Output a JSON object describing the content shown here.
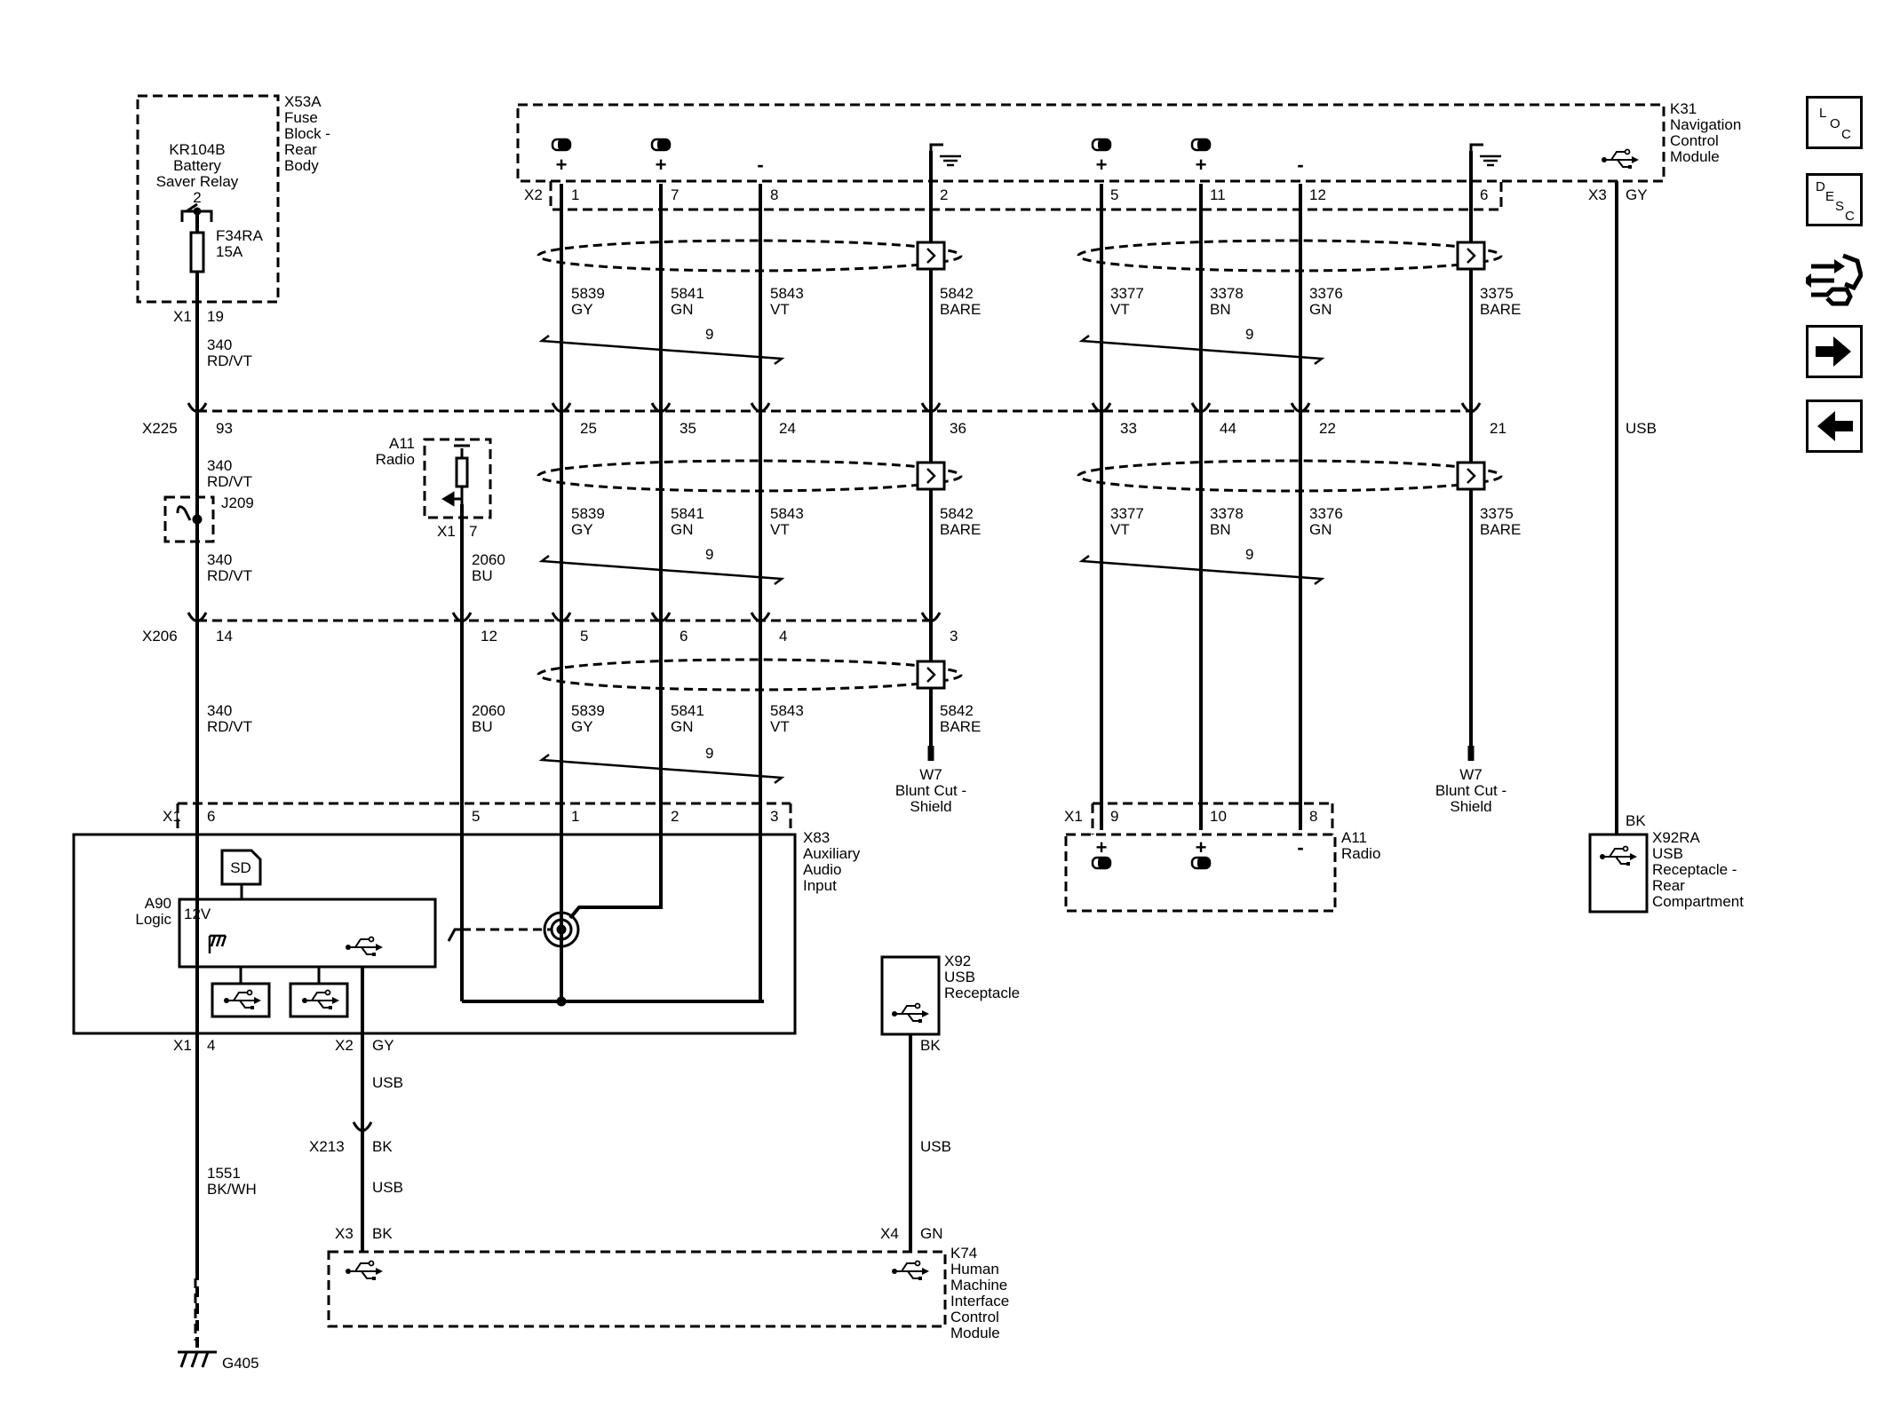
{
  "modules": {
    "x53a": "X53A",
    "x53a_l2": "Fuse",
    "x53a_l3": "Block -",
    "x53a_l4": "Rear",
    "x53a_l5": "Body",
    "kr104b": "KR104B",
    "kr104b_l2": "Battery",
    "kr104b_l3": "Saver Relay",
    "f34ra": "F34RA",
    "f34ra_amp": "15A",
    "k31": "K31",
    "k31_l2": "Navigation",
    "k31_l3": "Control",
    "k31_l4": "Module",
    "a11": "A11",
    "a11_l2": "Radio",
    "j209": "J209",
    "x83": "X83",
    "x83_l2": "Auxiliary",
    "x83_l3": "Audio",
    "x83_l4": "Input",
    "a90": "A90",
    "a90_l2": "Logic",
    "v12": "12V",
    "sd": "SD",
    "x92": "X92",
    "x92_l2": "USB",
    "x92_l3": "Receptacle",
    "x92ra": "X92RA",
    "x92ra_l2": "USB",
    "x92ra_l3": "Receptacle -",
    "x92ra_l4": "Rear",
    "x92ra_l5": "Compartment",
    "k74": "K74",
    "k74_l2": "Human",
    "k74_l3": "Machine",
    "k74_l4": "Interface",
    "k74_l5": "Control",
    "k74_l6": "Module",
    "g405": "G405",
    "w7": "W7",
    "w7_l2": "Blunt Cut -",
    "w7_l3": "Shield"
  },
  "connectors": {
    "x1": "X1",
    "x2": "X2",
    "x3": "X3",
    "x4": "X4",
    "x225": "X225",
    "x206": "X206",
    "x213": "X213"
  },
  "pins": {
    "p1": "1",
    "p2": "2",
    "p3": "3",
    "p4": "4",
    "p5": "5",
    "p6": "6",
    "p7": "7",
    "p8": "8",
    "p9": "9",
    "p10": "10",
    "p11": "11",
    "p12": "12",
    "p14": "14",
    "p19": "19",
    "p21": "21",
    "p22": "22",
    "p24": "24",
    "p25": "25",
    "p33": "33",
    "p35": "35",
    "p36": "36",
    "p44": "44",
    "p93": "93"
  },
  "circuits": {
    "c340": "340",
    "c2060": "2060",
    "c1551": "1551",
    "c5839": "5839",
    "c5841": "5841",
    "c5843": "5843",
    "c5842": "5842",
    "c3377": "3377",
    "c3378": "3378",
    "c3376": "3376",
    "c3375": "3375"
  },
  "colors": {
    "rdvt": "RD/VT",
    "bu": "BU",
    "bkwh": "BK/WH",
    "gy": "GY",
    "gn": "GN",
    "vt": "VT",
    "bn": "BN",
    "bk": "BK",
    "bare": "BARE"
  },
  "labels": {
    "usb": "USB",
    "twist": "9",
    "plus": "+",
    "minus": "-"
  },
  "nav_buttons": {
    "loc": [
      "L",
      "O",
      "C"
    ],
    "desc": [
      "D",
      "E",
      "S",
      "C"
    ]
  },
  "palette": {
    "ink": "#000000",
    "background": "#ffffff"
  }
}
